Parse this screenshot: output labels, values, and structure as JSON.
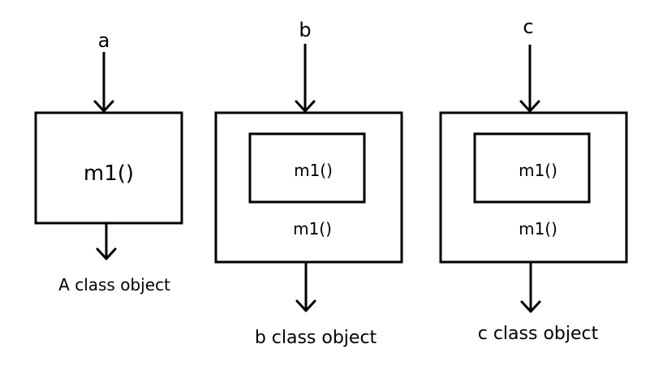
{
  "diagram": {
    "a": {
      "input_label": "a",
      "method": "m1()",
      "output_label": "A class object"
    },
    "b": {
      "input_label": "b",
      "inner_method": "m1()",
      "outer_method": "m1()",
      "output_label": "b class object"
    },
    "c": {
      "input_label": "c",
      "inner_method": "m1()",
      "outer_method": "m1()",
      "output_label": "c class object"
    }
  },
  "colors": {
    "stroke": "#000000",
    "text": "#000000",
    "background": "#ffffff"
  }
}
